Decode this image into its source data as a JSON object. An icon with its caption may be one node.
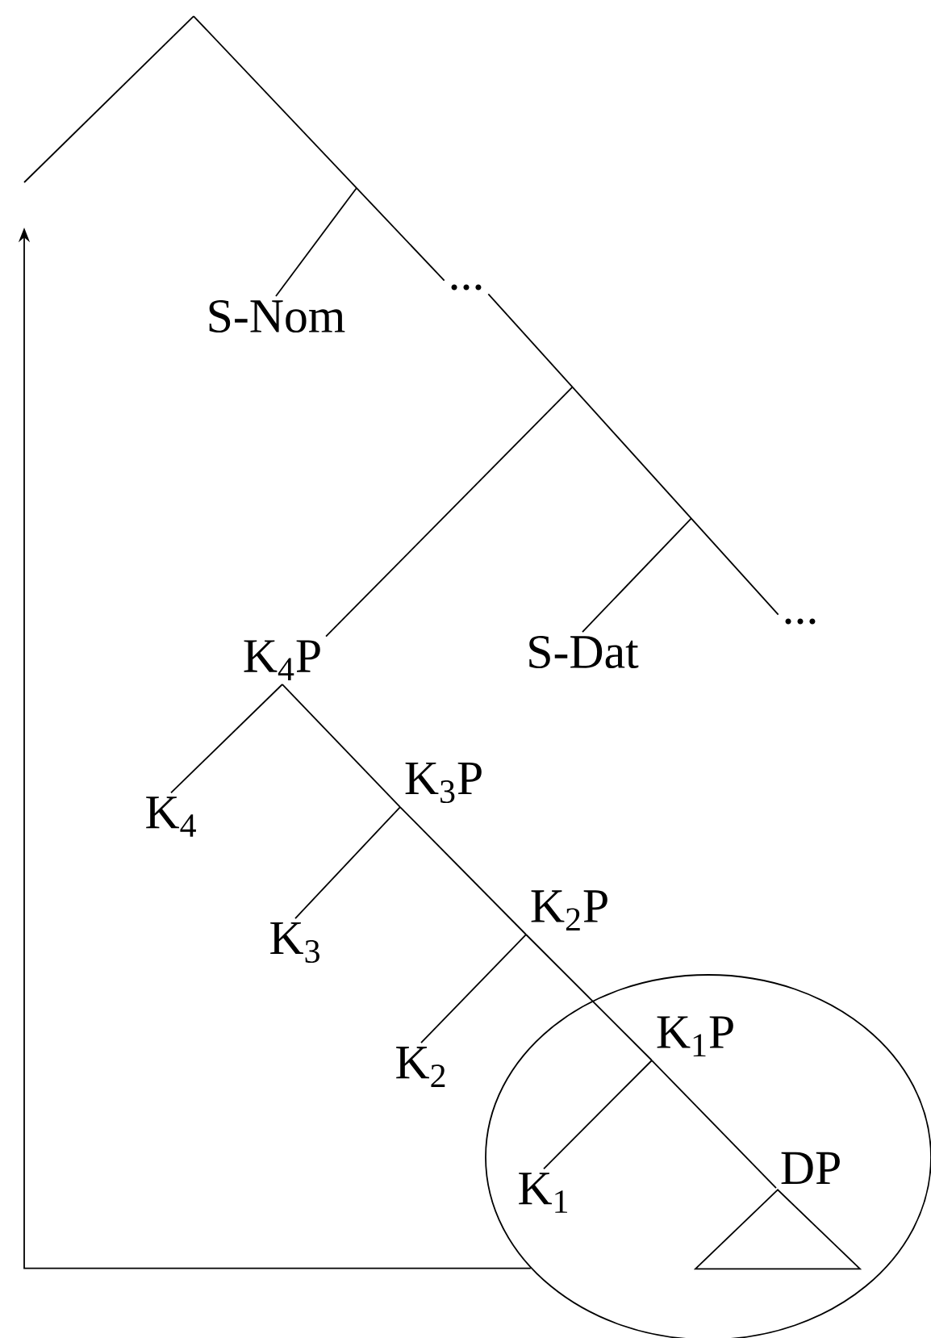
{
  "diagram": {
    "nodes": [
      {
        "text": [
          "S-Nom"
        ]
      },
      {
        "text": [
          "..."
        ]
      },
      {
        "text": [
          "K$_{4}$P"
        ]
      },
      {
        "text": [
          "S-Dat"
        ]
      },
      {
        "text": [
          "..."
        ]
      },
      {
        "text": [
          "K$_{4}$"
        ]
      },
      {
        "text": [
          "K$_{3}$P"
        ]
      },
      {
        "text": [
          "K$_{3}$"
        ]
      },
      {
        "text": [
          "K$_{2}$P"
        ]
      },
      {
        "text": [
          "K$_{2}$"
        ]
      },
      {
        "text": [],
        "shape": "ellipse"
      },
      {
        "text": [
          "K$_{1}$P"
        ],
        "in": 10
      },
      {
        "text": [
          "K$_{1}$"
        ],
        "in": 10
      },
      {
        "text": [
          "DP"
        ],
        "in": 10
      },
      {
        "text": [],
        "shape": "triangle",
        "in": 10
      }
    ],
    "edges": [
      {
        "from": null,
        "to": 0,
        "arrow": "none"
      },
      {
        "from": null,
        "to": 1,
        "arrow": "none"
      },
      {
        "from": 1,
        "to": 4,
        "arrow": "none"
      },
      {
        "from": null,
        "to": 2,
        "arrow": "none"
      },
      {
        "from": null,
        "to": 3,
        "arrow": "none"
      },
      {
        "from": 2,
        "to": 5,
        "arrow": "none"
      },
      {
        "from": 2,
        "to": 6,
        "arrow": "none"
      },
      {
        "from": 6,
        "to": 7,
        "arrow": "none"
      },
      {
        "from": 6,
        "to": 8,
        "arrow": "none"
      },
      {
        "from": 8,
        "to": 9,
        "arrow": "none"
      },
      {
        "from": 8,
        "to": 11,
        "arrow": "none"
      },
      {
        "from": 11,
        "to": 12,
        "arrow": "none"
      },
      {
        "from": 11,
        "to": 13,
        "arrow": "none"
      },
      {
        "from": 10,
        "to": null,
        "arrow": "to"
      }
    ]
  }
}
